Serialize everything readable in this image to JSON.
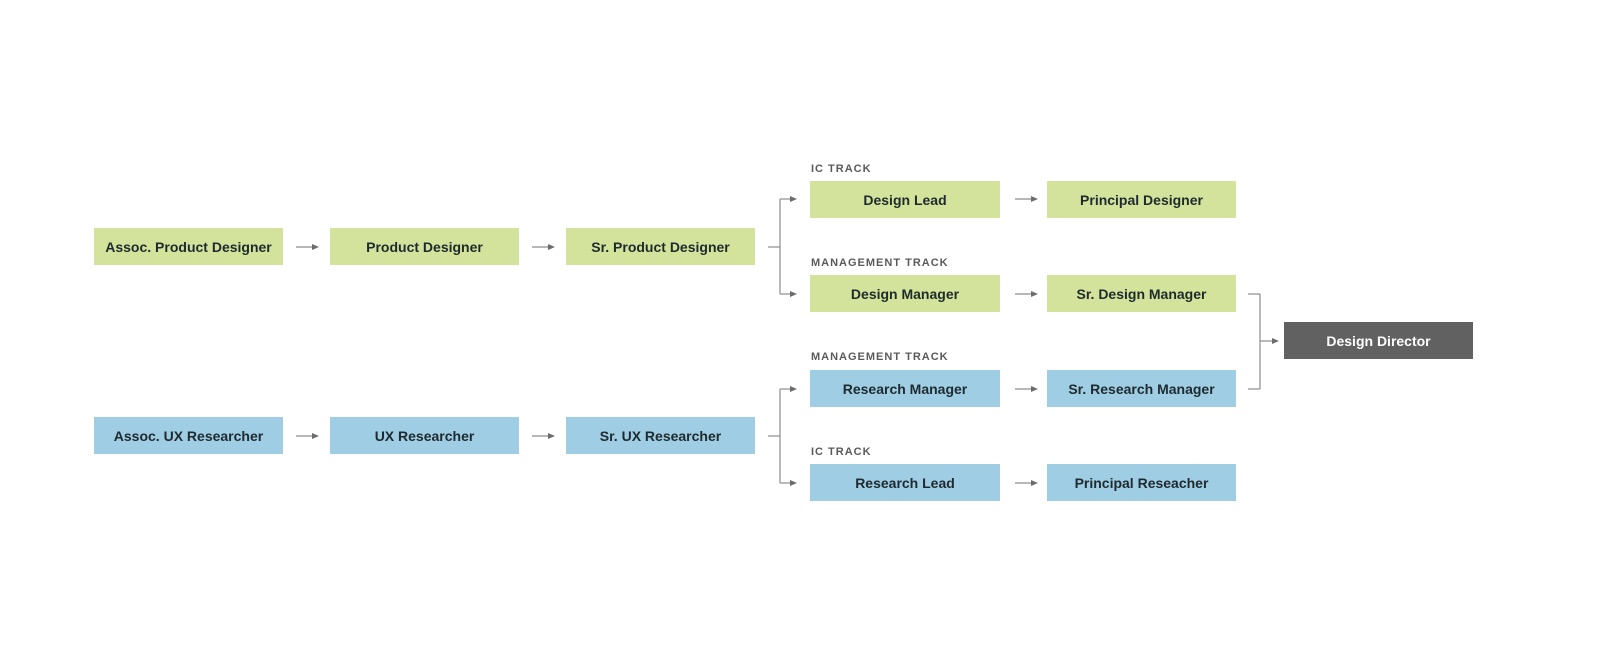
{
  "design": {
    "assoc": "Assoc. Product Designer",
    "designer": "Product Designer",
    "senior": "Sr. Product Designer",
    "ic_track_label": "IC TRACK",
    "lead": "Design Lead",
    "principal": "Principal Designer",
    "mgmt_track_label": "MANAGEMENT TRACK",
    "manager": "Design Manager",
    "sr_manager": "Sr. Design Manager"
  },
  "research": {
    "assoc": "Assoc. UX Researcher",
    "researcher": "UX Researcher",
    "senior": "Sr. UX Researcher",
    "mgmt_track_label": "MANAGEMENT TRACK",
    "manager": "Research Manager",
    "sr_manager": "Sr. Research Manager",
    "ic_track_label": "IC TRACK",
    "lead": "Research Lead",
    "principal": "Principal Reseacher"
  },
  "director": "Design Director",
  "colors": {
    "design_track": "#d3e39c",
    "research_track": "#9ecde4",
    "director": "#616161",
    "connector": "#8c8c8c"
  }
}
